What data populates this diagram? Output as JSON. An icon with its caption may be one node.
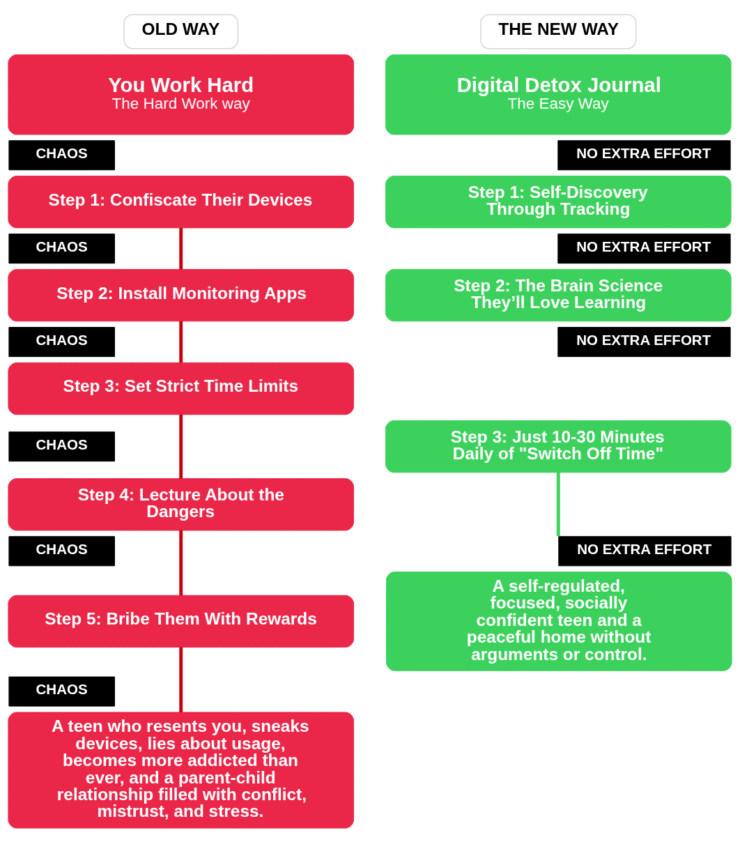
{
  "diagram": {
    "nodes": [
      {
        "text": [
          "OLD WAY"
        ]
      },
      {
        "text": [
          "You Work Hard",
          "The Hard Work way"
        ]
      },
      {
        "text": [
          "CHAOS"
        ]
      },
      {
        "text": [
          "Step 1: Confiscate Their Devices"
        ]
      },
      {
        "text": [
          "CHAOS"
        ]
      },
      {
        "text": [
          "Step 2: Install Monitoring Apps"
        ]
      },
      {
        "text": [
          "CHAOS"
        ]
      },
      {
        "text": [
          "Step 3: Set Strict Time Limits"
        ]
      },
      {
        "text": [
          "CHAOS"
        ]
      },
      {
        "text": [
          "Step 4: Lecture About the Dangers"
        ]
      },
      {
        "text": [
          "CHAOS"
        ]
      },
      {
        "text": [
          "Step 5: Bribe Them With Rewards"
        ]
      },
      {
        "text": [
          "CHAOS"
        ]
      },
      {
        "text": [
          "A teen who resents you, sneaks devices, lies about usage, becomes more addicted than ever, and a parent-child relationship filled with conflict, mistrust, and stress."
        ]
      },
      {
        "text": [
          "THE NEW WAY"
        ]
      },
      {
        "text": [
          "Digital Detox Journal",
          "The Easy Way"
        ]
      },
      {
        "text": [
          "NO EXTRA EFFORT"
        ]
      },
      {
        "text": [
          "Step 1: Self-Discovery Through Tracking"
        ]
      },
      {
        "text": [
          "NO EXTRA EFFORT"
        ]
      },
      {
        "text": [
          "Step 2: The Brain Science They’ll Love Learning"
        ]
      },
      {
        "text": [
          "NO EXTRA EFFORT"
        ]
      },
      {
        "text": [
          "Step 3: Just 10-30 Minutes Daily of \"Switch Off Time\""
        ]
      },
      {
        "text": [
          "NO EXTRA EFFORT"
        ]
      },
      {
        "text": [
          "A self-regulated, focused, socially confident teen and a peaceful home without arguments or control."
        ]
      }
    ],
    "edges": [
      {
        "from": 3,
        "to": 5,
        "arrow": "none"
      },
      {
        "from": 5,
        "to": 7,
        "arrow": "none"
      },
      {
        "from": 7,
        "to": 9,
        "arrow": "none"
      },
      {
        "from": 9,
        "to": 11,
        "arrow": "none"
      },
      {
        "from": 11,
        "to": 13,
        "arrow": "none"
      },
      {
        "from": 21,
        "to": 22,
        "arrow": "none",
        "color": "#3dd35c"
      }
    ]
  }
}
